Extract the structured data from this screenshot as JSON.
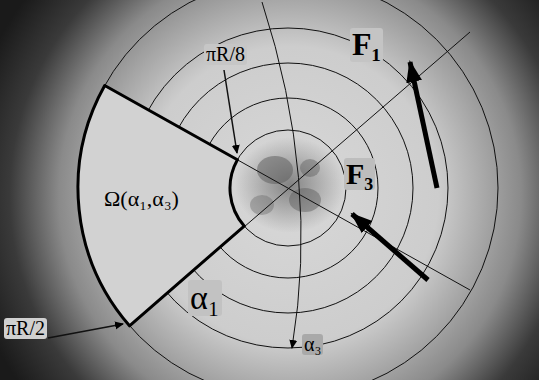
{
  "diagram": {
    "nodes": [
      {
        "text": [
          "Ω(α₁,α₃)"
        ]
      }
    ],
    "labels": [
      "πR/8",
      "πR/2",
      "F₁",
      "F₃",
      "α₁",
      "α₃"
    ]
  }
}
